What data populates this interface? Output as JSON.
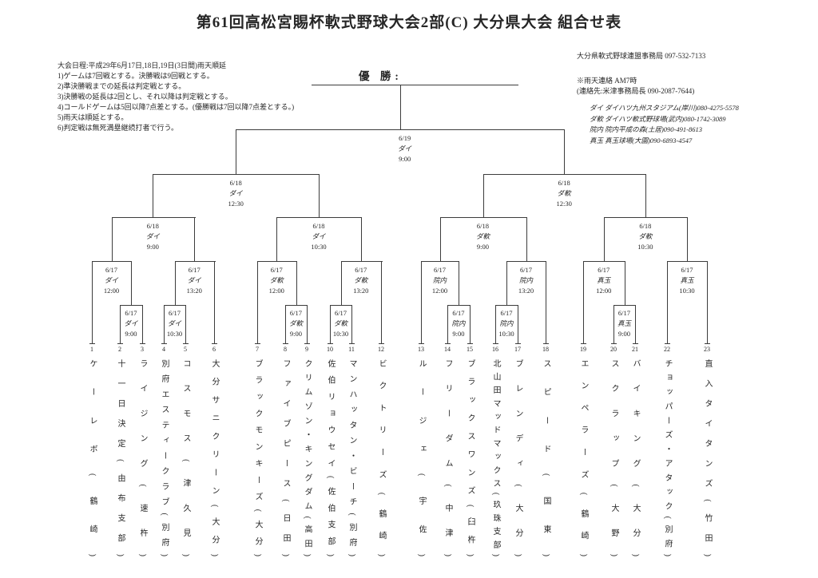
{
  "page_title": "第61回高松宮賜杯軟式野球大会2部(C) 大分県大会 組合せ表",
  "champion_label": "優 勝:",
  "rules": [
    "大会日程:平成29年6月17日,18日,19日(3日間)雨天順延",
    "1)ゲームは7回戦とする。決勝戦は9回戦とする。",
    "2)準決勝戦までの延長は判定戦とする。",
    "3)決勝戦の延長は2回とし、それ以降は判定戦とする。",
    "4)コールドゲームは5回以降7点差とする。(優勝戦は7回以降7点差とする。)",
    "5)雨天は順延とする。",
    "6)判定戦は無死満塁継続打者で行う。"
  ],
  "contact": {
    "office": "大分県軟式野球連盟事務局 097-532-7133",
    "rain_notice": "※雨天連絡 AM7時",
    "rain_contact": "(連絡先:米津事務局長 090-2087-7644)",
    "venues": [
      "ダイ ダイハツ九州スタジアム(岸川)080-4275-5578",
      "ダ軟 ダイハツ軟式野球場(武内)080-1742-3089",
      "院内 院内平成の森(土居)090-491-8613",
      "真玉 真玉球場(大園)090-6893-4547"
    ]
  },
  "bracket": {
    "final": {
      "date": "6/19",
      "venue": "ダイ",
      "time": "9:00"
    },
    "semifinals": [
      {
        "date": "6/18",
        "venue": "ダイ",
        "time": "12:30"
      },
      {
        "date": "6/18",
        "venue": "ダ軟",
        "time": "12:30"
      }
    ],
    "quarterfinals": [
      {
        "date": "6/18",
        "venue": "ダイ",
        "time": "9:00"
      },
      {
        "date": "6/18",
        "venue": "ダイ",
        "time": "10:30"
      },
      {
        "date": "6/18",
        "venue": "ダ軟",
        "time": "9:00"
      },
      {
        "date": "6/18",
        "venue": "ダ軟",
        "time": "10:30"
      }
    ],
    "round2": [
      {
        "date": "6/17",
        "venue": "ダイ",
        "time": "12:00"
      },
      {
        "date": "6/17",
        "venue": "ダイ",
        "time": "13:20"
      },
      {
        "date": "6/17",
        "venue": "ダ軟",
        "time": "12:00"
      },
      {
        "date": "6/17",
        "venue": "ダ軟",
        "time": "13:20"
      },
      {
        "date": "6/17",
        "venue": "院内",
        "time": "12:00"
      },
      {
        "date": "6/17",
        "venue": "院内",
        "time": "13:20"
      },
      {
        "date": "6/17",
        "venue": "真玉",
        "time": "12:00"
      },
      {
        "date": "6/17",
        "venue": "真玉",
        "time": "10:30"
      }
    ],
    "round1": [
      {
        "date": "6/17",
        "venue": "ダイ",
        "time": "9:00"
      },
      {
        "date": "6/17",
        "venue": "ダイ",
        "time": "10:30"
      },
      {
        "date": "6/17",
        "venue": "ダ軟",
        "time": "9:00"
      },
      {
        "date": "6/17",
        "venue": "ダ軟",
        "time": "10:30"
      },
      {
        "date": "6/17",
        "venue": "院内",
        "time": "9:00"
      },
      {
        "date": "6/17",
        "venue": "院内",
        "time": "10:30"
      },
      {
        "date": "6/17",
        "venue": "真玉",
        "time": "9:00"
      }
    ]
  },
  "teams": [
    {
      "no": "1",
      "name": "ケーレボ(鶴崎)"
    },
    {
      "no": "2",
      "name": "十一日決定(由布支部)"
    },
    {
      "no": "3",
      "name": "ライジング(速杵)"
    },
    {
      "no": "4",
      "name": "別府エスティークラブ(別府)"
    },
    {
      "no": "5",
      "name": "コスモス(津久見)"
    },
    {
      "no": "6",
      "name": "大分サニクリーン(大分)"
    },
    {
      "no": "7",
      "name": "ブラックモンキーズ(大分)"
    },
    {
      "no": "8",
      "name": "ファイブピース(日田)"
    },
    {
      "no": "9",
      "name": "クリムゾン・キングダム(高田)"
    },
    {
      "no": "10",
      "name": "佐伯リョウセイ(佐伯支部)"
    },
    {
      "no": "11",
      "name": "マンハッタン・ビーチ(別府)"
    },
    {
      "no": "12",
      "name": "ビクトリーズ(鶴崎)"
    },
    {
      "no": "13",
      "name": "ルージェ(宇佐)"
    },
    {
      "no": "14",
      "name": "フリーダム(中津)"
    },
    {
      "no": "15",
      "name": "ブラックスワンズ(臼杵)"
    },
    {
      "no": "16",
      "name": "北山田マッドマックス(玖珠支部)"
    },
    {
      "no": "17",
      "name": "ブレンディ(大分)"
    },
    {
      "no": "18",
      "name": "スピード(国東)"
    },
    {
      "no": "19",
      "name": "エンペラーズ(鶴崎)"
    },
    {
      "no": "20",
      "name": "スクラップ(大野)"
    },
    {
      "no": "21",
      "name": "バイキング(大分)"
    },
    {
      "no": "22",
      "name": "チョッパーズ・アタック(別府)"
    },
    {
      "no": "23",
      "name": "直入タイタンズ(竹田)"
    }
  ]
}
